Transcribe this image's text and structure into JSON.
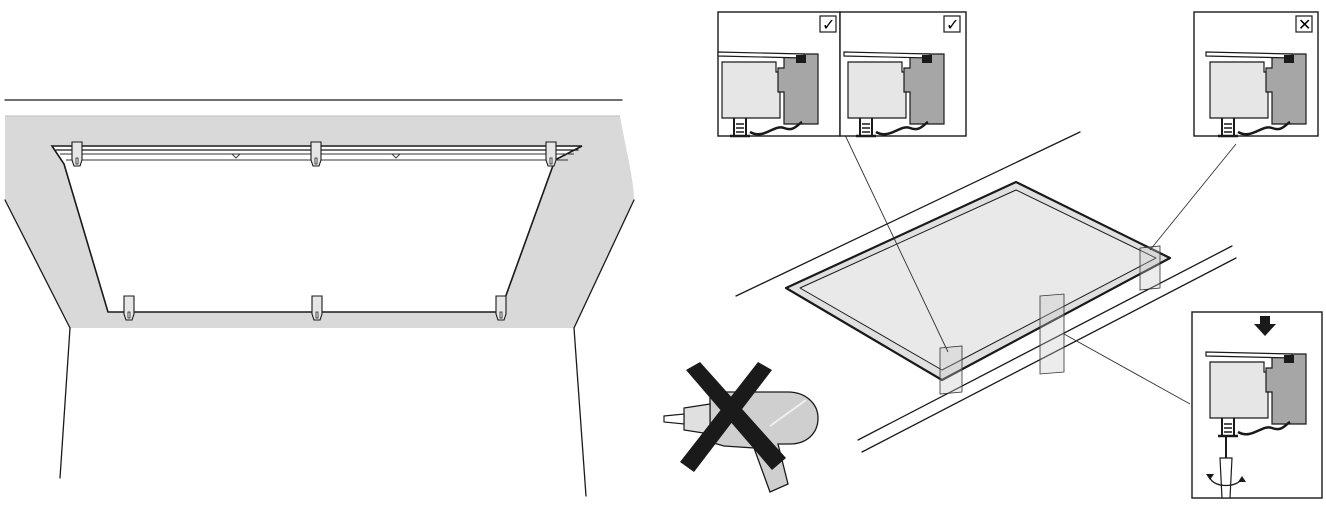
{
  "figure": {
    "title": "",
    "colors": {
      "wall_gray": "#d9d9d9",
      "worktop_gray": "#e6e6e6",
      "hob_gray": "#a6a6a6",
      "ink": "#1a1a1a"
    },
    "detail_panels": [
      {
        "id": "detail-1",
        "status": "correct",
        "mark": "✓"
      },
      {
        "id": "detail-2",
        "status": "correct",
        "mark": "✓"
      },
      {
        "id": "detail-3",
        "status": "incorrect",
        "mark": "✕"
      },
      {
        "id": "detail-4",
        "status": "press-down",
        "mark": ""
      }
    ],
    "icons": [
      "mounting-clip-icon",
      "power-drill-prohibited-icon",
      "screwdriver-icon",
      "rotation-arrows-icon",
      "press-down-arrow-icon"
    ]
  }
}
